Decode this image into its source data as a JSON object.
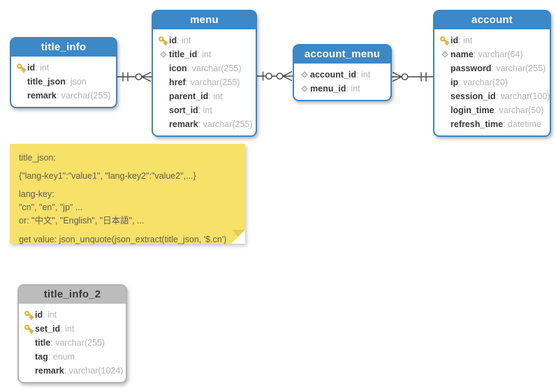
{
  "colors": {
    "table_header_blue": "#3d88c6",
    "table_border_blue": "#3b86c4",
    "table_header_gray": "#bcbcbc",
    "note_background": "#f8e169",
    "relationship_line": "#454545",
    "field_name_text": "#3a3a3a",
    "field_type_text": "#b3b3b3"
  },
  "tables": [
    {
      "name": "title_info",
      "fields": [
        {
          "icon": "key-icon",
          "name": "id",
          "type": "int"
        },
        {
          "icon": "",
          "name": "title_json",
          "type": "json"
        },
        {
          "icon": "",
          "name": "remark",
          "type": "varchar(255)"
        }
      ]
    },
    {
      "name": "menu",
      "fields": [
        {
          "icon": "key-icon",
          "name": "id",
          "type": "int"
        },
        {
          "icon": "diamond-icon",
          "name": "title_id",
          "type": "int"
        },
        {
          "icon": "",
          "name": "icon",
          "type": "varchar(255)"
        },
        {
          "icon": "",
          "name": "href",
          "type": "varchar(255)"
        },
        {
          "icon": "",
          "name": "parent_id",
          "type": "int"
        },
        {
          "icon": "",
          "name": "sort_id",
          "type": "int"
        },
        {
          "icon": "",
          "name": "remark",
          "type": "varchar(255)"
        }
      ]
    },
    {
      "name": "account_menu",
      "fields": [
        {
          "icon": "diamond-icon",
          "name": "account_id",
          "type": "int"
        },
        {
          "icon": "diamond-icon",
          "name": "menu_id",
          "type": "int"
        }
      ]
    },
    {
      "name": "account",
      "fields": [
        {
          "icon": "key-icon",
          "name": "id",
          "type": "int"
        },
        {
          "icon": "diamond-icon",
          "name": "name",
          "type": "varchar(64)"
        },
        {
          "icon": "",
          "name": "password",
          "type": "varchar(255)"
        },
        {
          "icon": "",
          "name": "ip",
          "type": "varchar(20)"
        },
        {
          "icon": "",
          "name": "session_id",
          "type": "varchar(100)"
        },
        {
          "icon": "",
          "name": "login_time",
          "type": "varchar(50)"
        },
        {
          "icon": "",
          "name": "refresh_time",
          "type": "datetime"
        }
      ]
    },
    {
      "name": "title_info_2",
      "fields": [
        {
          "icon": "key-icon",
          "name": "id",
          "type": "int"
        },
        {
          "icon": "key-icon",
          "name": "set_id",
          "type": "int"
        },
        {
          "icon": "",
          "name": "title",
          "type": "varchar(255)"
        },
        {
          "icon": "",
          "name": "tag",
          "type": "enum"
        },
        {
          "icon": "",
          "name": "remark",
          "type": "varchar(1024)"
        }
      ]
    }
  ],
  "note": {
    "lines": [
      "title_json:",
      "{\"lang-key1\":\"value1\", \"lang-key2\":\"value2\",...}",
      "lang-key:",
      "\"cn\", \"en\", \"jp\" ...",
      "or: \"中文\", \"English\", \"日本語\", ...",
      "get value: json_unquote(json_extract(title_json, '$.cn')"
    ]
  },
  "relationships": [
    {
      "from": "title_info",
      "to": "menu",
      "from_cardinality": "exactly-one",
      "to_cardinality": "zero-or-many"
    },
    {
      "from": "menu",
      "to": "account_menu",
      "from_cardinality": "zero-or-one",
      "to_cardinality": "zero-or-many"
    },
    {
      "from": "account_menu",
      "to": "account",
      "from_cardinality": "zero-or-many",
      "to_cardinality": "exactly-one"
    }
  ]
}
